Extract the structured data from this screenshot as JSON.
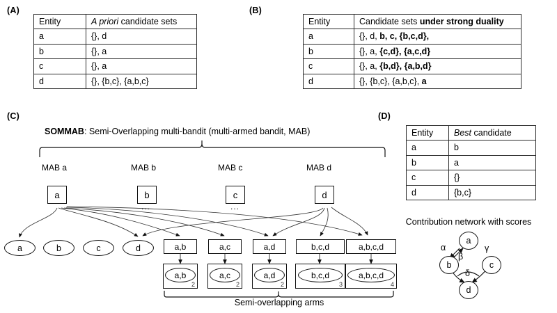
{
  "panels": {
    "a_label": "(A)",
    "b_label": "(B)",
    "c_label": "(C)",
    "d_label": "(D)"
  },
  "table_a": {
    "headers": {
      "entity": "Entity",
      "sets_prefix": "A priori",
      "sets_suffix": " candidate sets"
    },
    "rows": [
      {
        "entity": "a",
        "sets": "{}, d"
      },
      {
        "entity": "b",
        "sets": "{}, a"
      },
      {
        "entity": "c",
        "sets": "{}, a"
      },
      {
        "entity": "d",
        "sets": "{}, {b,c}, {a,b,c}"
      }
    ]
  },
  "table_b": {
    "headers": {
      "entity": "Entity",
      "sets_normal": "Candidate sets ",
      "sets_bold": "under strong duality"
    },
    "rows": [
      {
        "entity": "a",
        "normal": "{}, d, ",
        "bold": "b, c, {b,c,d},"
      },
      {
        "entity": "b",
        "normal": "{}, a, ",
        "bold": "{c,d}, {a,c,d}"
      },
      {
        "entity": "c",
        "normal": "{}, a, ",
        "bold": "{b,d}, {a,b,d}"
      },
      {
        "entity": "d",
        "normal": "{}, {b,c}, {a,b,c}, ",
        "bold": "a"
      }
    ]
  },
  "table_d": {
    "headers": {
      "entity": "Entity",
      "best_italic": "Best",
      "best_rest": " candidate"
    },
    "rows": [
      {
        "entity": "a",
        "best": "b"
      },
      {
        "entity": "b",
        "best": "a"
      },
      {
        "entity": "c",
        "best": "{}"
      },
      {
        "entity": "d",
        "best": "{b,c}"
      }
    ]
  },
  "panel_c": {
    "title_bold": "SOMMAB",
    "title_rest": ": Semi-Overlapping multi-bandit (multi-armed bandit, MAB)",
    "mab_labels": [
      "MAB a",
      "MAB b",
      "MAB c",
      "MAB d"
    ],
    "mab_boxes": [
      "a",
      "b",
      "c",
      "d"
    ],
    "leaf_nodes": [
      "a",
      "b",
      "c",
      "d"
    ],
    "ellipsis": "...",
    "arms": [
      {
        "top": "a,b",
        "inner": "a,b",
        "score": "2"
      },
      {
        "top": "a,c",
        "inner": "a,c",
        "score": "2"
      },
      {
        "top": "a,d",
        "inner": "a,d",
        "score": "2"
      },
      {
        "top": "b,c,d",
        "inner": "b,c,d",
        "score": "3"
      },
      {
        "top": "a,b,c,d",
        "inner": "a,b,c,d",
        "score": "4"
      }
    ],
    "arms_caption": "Semi-overlapping arms"
  },
  "panel_d": {
    "network_title": "Contribution network with scores",
    "nodes": [
      "a",
      "b",
      "c",
      "d"
    ],
    "edge_labels": {
      "alpha": "α",
      "beta": "β",
      "gamma": "γ",
      "delta": "δ"
    }
  },
  "colors": {
    "stroke": "#111111",
    "table_border": "#2b2b2b",
    "background": "#ffffff"
  }
}
